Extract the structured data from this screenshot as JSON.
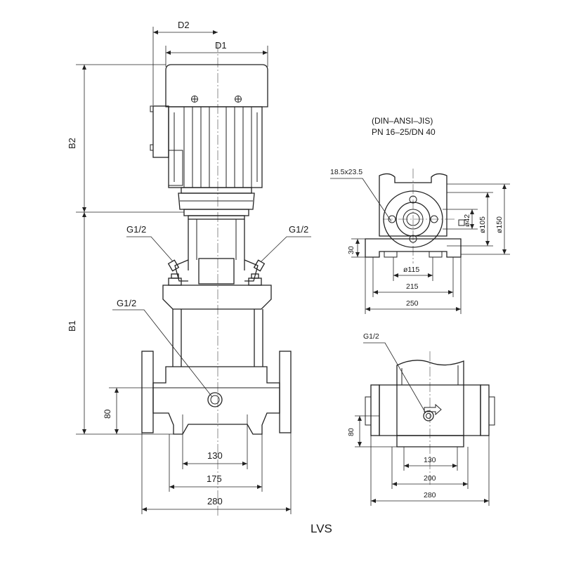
{
  "caption": "LVS",
  "main_view": {
    "d2": "D2",
    "d1": "D1",
    "b2": "B2",
    "b1": "B1",
    "g_left": "G1/2",
    "g_right": "G1/2",
    "g_front": "G1/2",
    "h80": "80",
    "w130": "130",
    "w175": "175",
    "w280": "280"
  },
  "flange_view": {
    "title_line1": "(DIN–ANSI–JIS)",
    "title_line2": "PN 16–25/DN 40",
    "slot": "18.5x23.5",
    "d42": "ø42",
    "d105": "ø105",
    "d150": "ø150",
    "h30": "30",
    "d115": "ø115",
    "w215": "215",
    "w250": "250"
  },
  "side_view": {
    "g": "G1/2",
    "h80": "80",
    "w130": "130",
    "w200": "200",
    "w280": "280"
  },
  "colors": {
    "line": "#222222",
    "background": "#ffffff"
  }
}
